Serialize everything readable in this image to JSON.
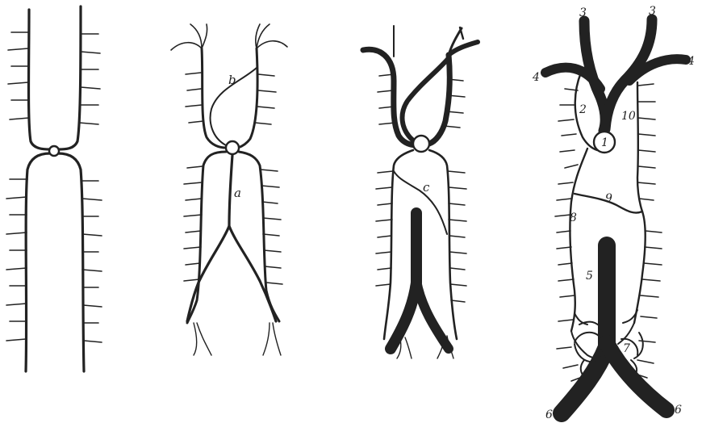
{
  "figures": [
    {
      "id": "fig1",
      "labels": []
    },
    {
      "id": "fig2",
      "labels": [
        "b",
        "a"
      ]
    },
    {
      "id": "fig3",
      "labels": [
        "c"
      ]
    },
    {
      "id": "fig4",
      "labels": [
        "3",
        "3",
        "4",
        "4",
        "2",
        "10",
        "1",
        "9",
        "8",
        "5",
        "7",
        "6",
        "6"
      ]
    }
  ],
  "colors": {
    "ink": "#222222",
    "paper": "#ffffff"
  }
}
